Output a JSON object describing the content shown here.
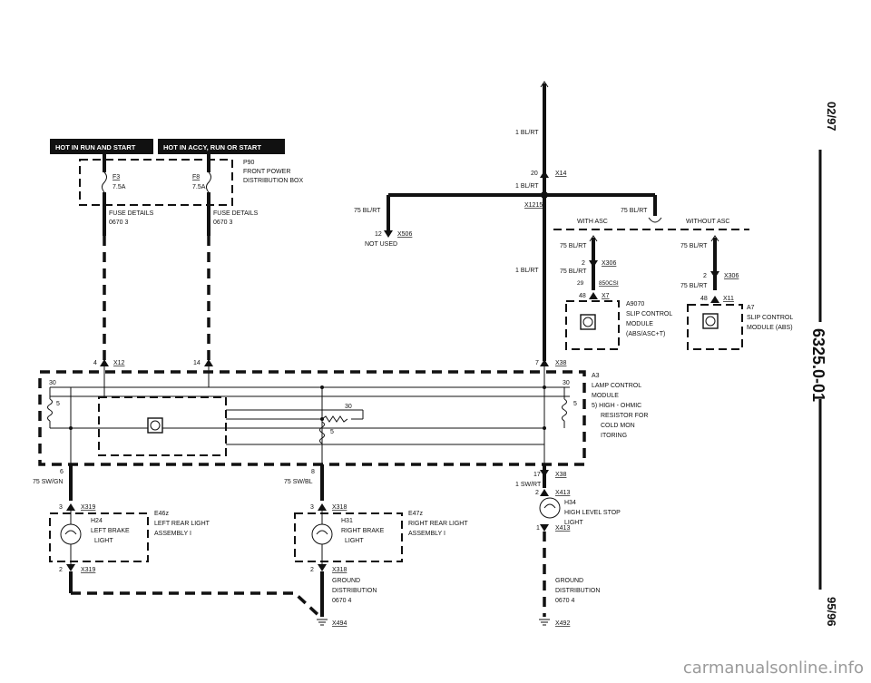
{
  "header": {
    "hot_run_start": "HOT IN RUN AND START",
    "hot_accy": "HOT IN ACCY, RUN OR START"
  },
  "fusebox": {
    "fuse1": {
      "name": "F3",
      "rating": "7.5A"
    },
    "fuse2": {
      "name": "F8",
      "rating": "7.5A"
    },
    "code": "P90",
    "line1": "FRONT POWER",
    "line2": "DISTRIBUTION BOX",
    "fd1_title": "FUSE DETAILS",
    "fd1_num": "0670 3",
    "fd2_title": "FUSE DETAILS",
    "fd2_num": "0670 3"
  },
  "wires": {
    "top_color": "1 BL/RT",
    "x14_pin": "20",
    "x14": "X14",
    "below_x14": "1 BL/RT",
    "x1215": "X1215",
    "left_branch": "75 BL/RT",
    "x506_pin": "12",
    "x506": "X506",
    "not_used": "NOT USED",
    "right_branch": "75 BL/RT",
    "mid_wire": "1 BL/RT",
    "x12_pin1": "4",
    "x12": "X12",
    "x12_pin2": "14",
    "x38_pin": "7",
    "x38": "X38"
  },
  "asc": {
    "with_asc": "WITH ASC",
    "without_asc": "WITHOUT ASC",
    "w_wire1": "75 BL/RT",
    "w_pin": "2",
    "w_conn": "X306",
    "w_wire2": "75 BL/RT",
    "w_note_pin": "29",
    "w_note": "850CSI",
    "w_x7_pin": "48",
    "w_x7": "X7",
    "module_code": "A9070",
    "module_l1": "SLIP CONTROL",
    "module_l2": "MODULE",
    "module_l3": "(ABS/ASC+T)",
    "n_wire1": "75 BL/RT",
    "n_pin": "2",
    "n_conn": "X306",
    "n_wire2": "75 BL/RT",
    "n_x11_pin": "48",
    "n_x11": "X11",
    "a7_code": "A7",
    "a7_l1": "SLIP CONTROL",
    "a7_l2": "MODULE (ABS)"
  },
  "lamp_module": {
    "pin_30_left": "30",
    "pin_5_left": "5",
    "pin_30_mid": "30",
    "pin_5_mid": "5",
    "pin_30_right": "30",
    "pin_5_right": "5",
    "code": "A3",
    "l1": "LAMP CONTROL",
    "l2": "MODULE",
    "l3": "5)  HIGH - OHMIC",
    "l4": "RESISTOR FOR",
    "l5": "COLD MON",
    "l6": "ITORING"
  },
  "outputs": {
    "left_pin": "6",
    "left_wire": "75 SW/GN",
    "mid_pin": "8",
    "mid_wire": "75 SW/BL",
    "right_pin": "17",
    "right_conn": "X38",
    "right_wire": "1 SW/RT"
  },
  "left_lamp": {
    "top_pin": "3",
    "top_conn": "X319",
    "code": "H24",
    "l1": "LEFT BRAKE",
    "l2": "LIGHT",
    "assy_code": "E46z",
    "assy_l1": "LEFT REAR LIGHT",
    "assy_l2": "ASSEMBLY I",
    "bot_pin": "2",
    "bot_conn": "X319"
  },
  "right_lamp": {
    "top_pin": "3",
    "top_conn": "X318",
    "code": "H31",
    "l1": "RIGHT BRAKE",
    "l2": "LIGHT",
    "assy_code": "E47z",
    "assy_l1": "RIGHT REAR LIGHT",
    "assy_l2": "ASSEMBLY I",
    "bot_pin": "2",
    "bot_conn": "X318",
    "gd1": "GROUND",
    "gd2": "DISTRIBUTION",
    "gd3": "0670 4",
    "ground": "X494"
  },
  "center_lamp": {
    "top_pin": "2",
    "top_conn": "X413",
    "code": "H34",
    "l1": "HIGH LEVEL STOP",
    "l2": "LIGHT",
    "bot_pin": "1",
    "bot_conn": "X413",
    "gd1": "GROUND",
    "gd2": "DISTRIBUTION",
    "gd3": "0670 4",
    "ground": "X492"
  },
  "sidebar": {
    "date_top": "02/97",
    "page_code": "6325.0-01",
    "date_bottom": "95/96"
  },
  "watermark": "carmanualsonline.info"
}
